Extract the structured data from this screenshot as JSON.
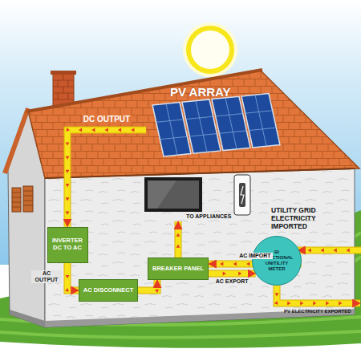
{
  "diagram": {
    "nodes": [
      {
        "text": [
          "PV ARRAY"
        ]
      },
      {
        "text": [
          "INVERTER DC TO AC"
        ]
      },
      {
        "text": [
          "AC DISCONNECT"
        ]
      },
      {
        "text": [
          "BREAKER PANEL"
        ]
      },
      {
        "text": [
          "BI DIRECTIONAL UNITILITY METER"
        ]
      }
    ],
    "edges": [
      {
        "from": 0,
        "to": 1,
        "arrow": "to",
        "label": "DC OUTPUT"
      },
      {
        "from": 1,
        "to": 2,
        "arrow": "to",
        "label": "AC OUTPUT"
      },
      {
        "from": 2,
        "to": 3,
        "arrow": "to"
      },
      {
        "from": 3,
        "to": 4,
        "arrow": "to",
        "label": "AC EXPORT"
      },
      {
        "from": 4,
        "to": 3,
        "arrow": "to",
        "label": "AC IMPORT"
      }
    ],
    "labels": [
      "TO APPLIANCES",
      "UTILITY GRID ELECTRICITY IMPORTED",
      "PV ELECTRICITY EXPORTED"
    ]
  }
}
